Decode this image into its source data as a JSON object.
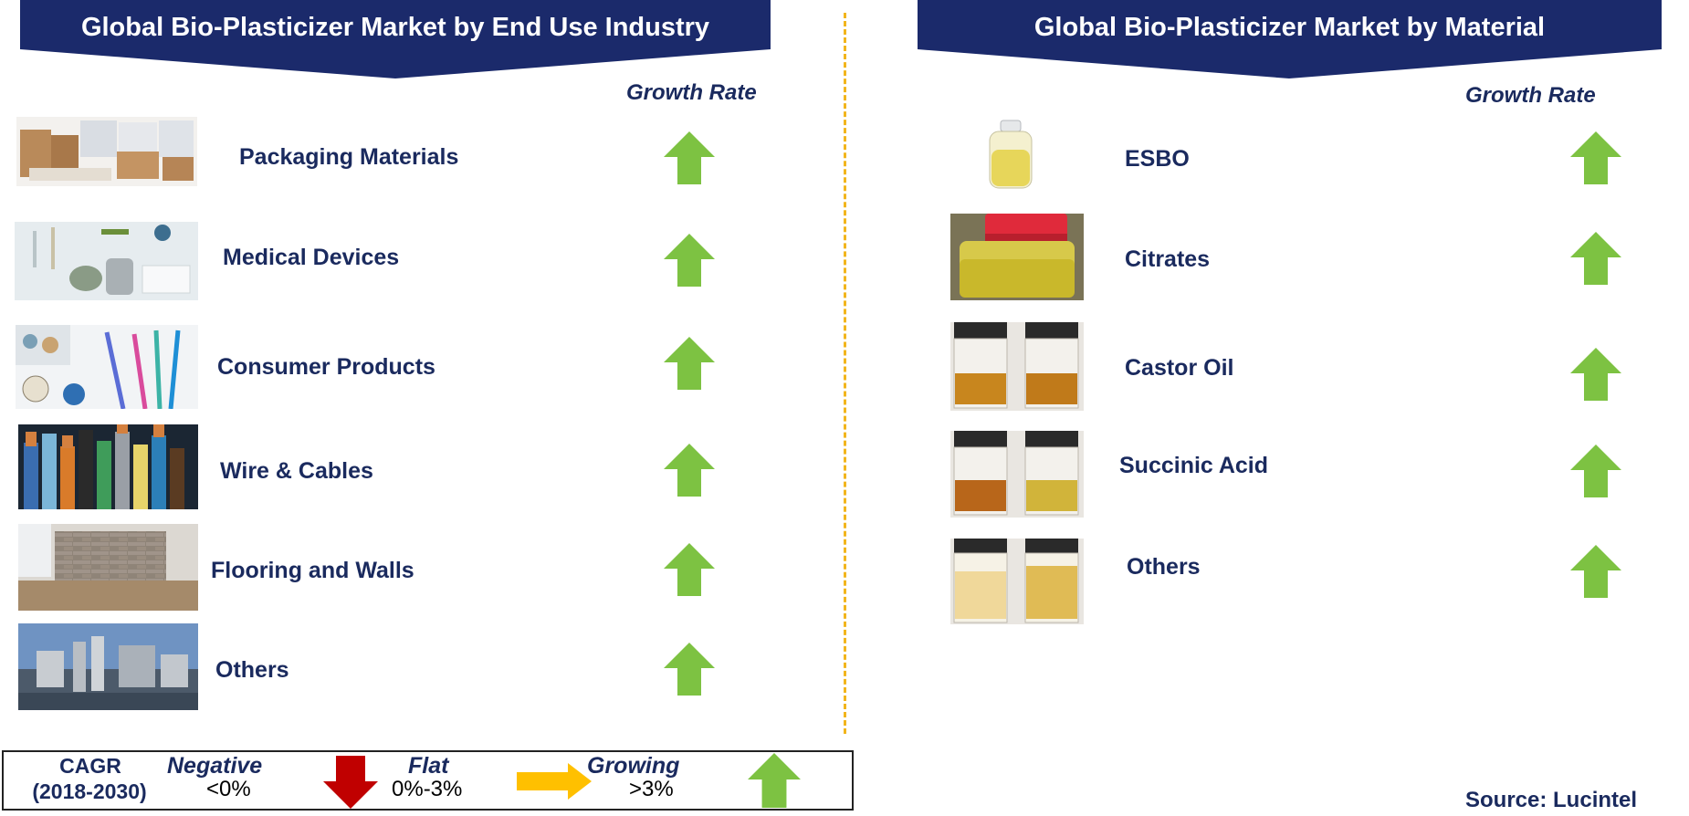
{
  "left_panel": {
    "title": "Global Bio-Plasticizer Market by End Use Industry",
    "growth_header": "Growth Rate",
    "items": [
      {
        "label": "Packaging Materials",
        "growth": "up",
        "image": "packaging-image"
      },
      {
        "label": "Medical Devices",
        "growth": "up",
        "image": "medical-image"
      },
      {
        "label": "Consumer Products",
        "growth": "up",
        "image": "consumer-image"
      },
      {
        "label": "Wire & Cables",
        "growth": "up",
        "image": "cables-image"
      },
      {
        "label": "Flooring and Walls",
        "growth": "up",
        "image": "flooring-image"
      },
      {
        "label": "Others",
        "growth": "up",
        "image": "industrial-image"
      }
    ]
  },
  "right_panel": {
    "title": "Global Bio-Plasticizer Market by Material",
    "growth_header": "Growth Rate",
    "items": [
      {
        "label": "ESBO",
        "growth": "up",
        "image": "oil-jar-image"
      },
      {
        "label": "Citrates",
        "growth": "up",
        "image": "bottle-image"
      },
      {
        "label": "Castor Oil",
        "growth": "up",
        "image": "vials-image"
      },
      {
        "label": "Succinic Acid",
        "growth": "up",
        "image": "vials-image"
      },
      {
        "label": "Others",
        "growth": "up",
        "image": "vials-image"
      }
    ]
  },
  "legend": {
    "cagr_label": "CAGR",
    "period": "(2018-2030)",
    "negative_label": "Negative",
    "negative_value": "<0%",
    "flat_label": "Flat",
    "flat_value": "0%-3%",
    "growing_label": "Growing",
    "growing_value": ">3%"
  },
  "source": "Source: Lucintel",
  "colors": {
    "banner": "#1b2a6b",
    "text": "#1a2a5e",
    "up_arrow": "#7dc242",
    "down_arrow": "#c00000",
    "flat_arrow": "#ffc000",
    "divider": "#f2b51c"
  }
}
